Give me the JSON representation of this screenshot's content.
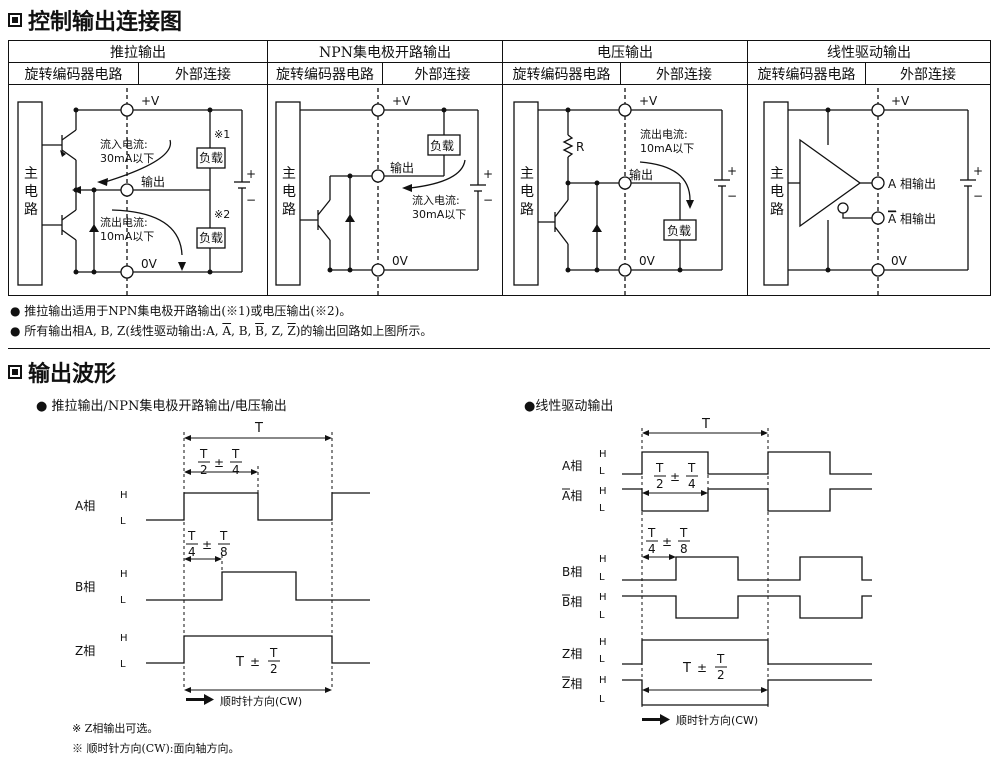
{
  "section1": {
    "title": "控制输出连接图"
  },
  "table": {
    "columns": [
      "推拉输出",
      "NPN集电极开路输出",
      "电压输出",
      "线性驱动输出"
    ],
    "sub_left": "旋转编码器电路",
    "sub_right": "外部连接"
  },
  "circuit": {
    "plus_v": "+V",
    "zero_v": "0V",
    "output": "输出",
    "load": "负载",
    "main_circuit": [
      "主",
      "电",
      "路"
    ],
    "sink_current": [
      "流入电流:",
      "30mA以下"
    ],
    "source_current": [
      "流出电流:",
      "10mA以下"
    ],
    "note1": "※1",
    "note2": "※2",
    "resistor": "R",
    "a_out": "A 相输出",
    "a_bar_out_prefix": "A",
    "a_bar_out_suffix": " 相输出",
    "plus": "+",
    "minus": "−"
  },
  "notes": {
    "line1": "● 推拉输出适用于NPN集电极开路输出(※1)或电压输出(※2)。",
    "line2_prefix": "● 所有输出相A, B, Z(线性驱动输出:A, ",
    "line2_abar": "A",
    "line2_mid1": ", B, ",
    "line2_bbar": "B",
    "line2_mid2": ", Z, ",
    "line2_zbar": "Z",
    "line2_suffix": ")的输出回路如上图所示。"
  },
  "section2": {
    "title": "输出波形"
  },
  "wave_left": {
    "title": "● 推拉输出/NPN集电极开路输出/电压输出",
    "phases": [
      "A相",
      "B相",
      "Z相"
    ],
    "H": "H",
    "L": "L",
    "T": "T",
    "pm": "±",
    "frac_T": "T",
    "frac_2": "2",
    "frac_4": "4",
    "frac_8": "8",
    "direction": "顺时针方向(CW)",
    "foot1": "※ Z相输出可选。",
    "foot2": "※ 顺时针方向(CW):面向轴方向。"
  },
  "wave_right": {
    "title": "●线性驱动输出",
    "phases": [
      "A相",
      "A相",
      "B相",
      "B相",
      "Z相",
      "Z相"
    ],
    "direction": "顺时针方向(CW)"
  }
}
